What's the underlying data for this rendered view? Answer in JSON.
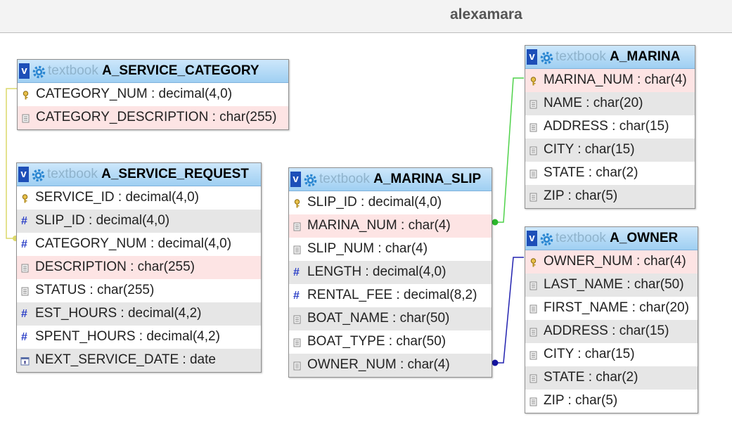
{
  "database": "alexamara",
  "colors": {
    "relation_category": "#dcd86a",
    "relation_marina": "#4fd24a",
    "relation_owner": "#2323b0"
  },
  "tables": {
    "service_category": {
      "schema": "textbook",
      "name": "A_SERVICE_CATEGORY",
      "toggle": "v",
      "columns": [
        {
          "text": "CATEGORY_NUM : decimal(4,0)",
          "icon": "primary-key-icon"
        },
        {
          "text": "CATEGORY_DESCRIPTION : char(255)",
          "icon": "text-field-icon"
        }
      ]
    },
    "service_request": {
      "schema": "textbook",
      "name": "A_SERVICE_REQUEST",
      "toggle": "v",
      "columns": [
        {
          "text": "SERVICE_ID : decimal(4,0)",
          "icon": "primary-key-icon"
        },
        {
          "text": "SLIP_ID : decimal(4,0)",
          "icon": "numeric-field-icon"
        },
        {
          "text": "CATEGORY_NUM : decimal(4,0)",
          "icon": "numeric-field-icon"
        },
        {
          "text": "DESCRIPTION : char(255)",
          "icon": "text-field-icon"
        },
        {
          "text": "STATUS : char(255)",
          "icon": "text-field-icon"
        },
        {
          "text": "EST_HOURS : decimal(4,2)",
          "icon": "numeric-field-icon"
        },
        {
          "text": "SPENT_HOURS : decimal(4,2)",
          "icon": "numeric-field-icon"
        },
        {
          "text": "NEXT_SERVICE_DATE : date",
          "icon": "date-field-icon"
        }
      ]
    },
    "marina_slip": {
      "schema": "textbook",
      "name": "A_MARINA_SLIP",
      "toggle": "v",
      "columns": [
        {
          "text": "SLIP_ID : decimal(4,0)",
          "icon": "primary-key-icon"
        },
        {
          "text": "MARINA_NUM : char(4)",
          "icon": "text-field-icon"
        },
        {
          "text": "SLIP_NUM : char(4)",
          "icon": "text-field-icon"
        },
        {
          "text": "LENGTH : decimal(4,0)",
          "icon": "numeric-field-icon"
        },
        {
          "text": "RENTAL_FEE : decimal(8,2)",
          "icon": "numeric-field-icon"
        },
        {
          "text": "BOAT_NAME : char(50)",
          "icon": "text-field-icon"
        },
        {
          "text": "BOAT_TYPE : char(50)",
          "icon": "text-field-icon"
        },
        {
          "text": "OWNER_NUM : char(4)",
          "icon": "text-field-icon"
        }
      ]
    },
    "marina": {
      "schema": "textbook",
      "name": "A_MARINA",
      "toggle": "v",
      "columns": [
        {
          "text": "MARINA_NUM : char(4)",
          "icon": "primary-key-icon"
        },
        {
          "text": "NAME : char(20)",
          "icon": "text-field-icon"
        },
        {
          "text": "ADDRESS : char(15)",
          "icon": "text-field-icon"
        },
        {
          "text": "CITY : char(15)",
          "icon": "text-field-icon"
        },
        {
          "text": "STATE : char(2)",
          "icon": "text-field-icon"
        },
        {
          "text": "ZIP : char(5)",
          "icon": "text-field-icon"
        }
      ]
    },
    "owner": {
      "schema": "textbook",
      "name": "A_OWNER",
      "toggle": "v",
      "columns": [
        {
          "text": "OWNER_NUM : char(4)",
          "icon": "primary-key-icon"
        },
        {
          "text": "LAST_NAME : char(50)",
          "icon": "text-field-icon"
        },
        {
          "text": "FIRST_NAME : char(20)",
          "icon": "text-field-icon"
        },
        {
          "text": "ADDRESS : char(15)",
          "icon": "text-field-icon"
        },
        {
          "text": "CITY : char(15)",
          "icon": "text-field-icon"
        },
        {
          "text": "STATE : char(2)",
          "icon": "text-field-icon"
        },
        {
          "text": "ZIP : char(5)",
          "icon": "text-field-icon"
        }
      ]
    }
  }
}
